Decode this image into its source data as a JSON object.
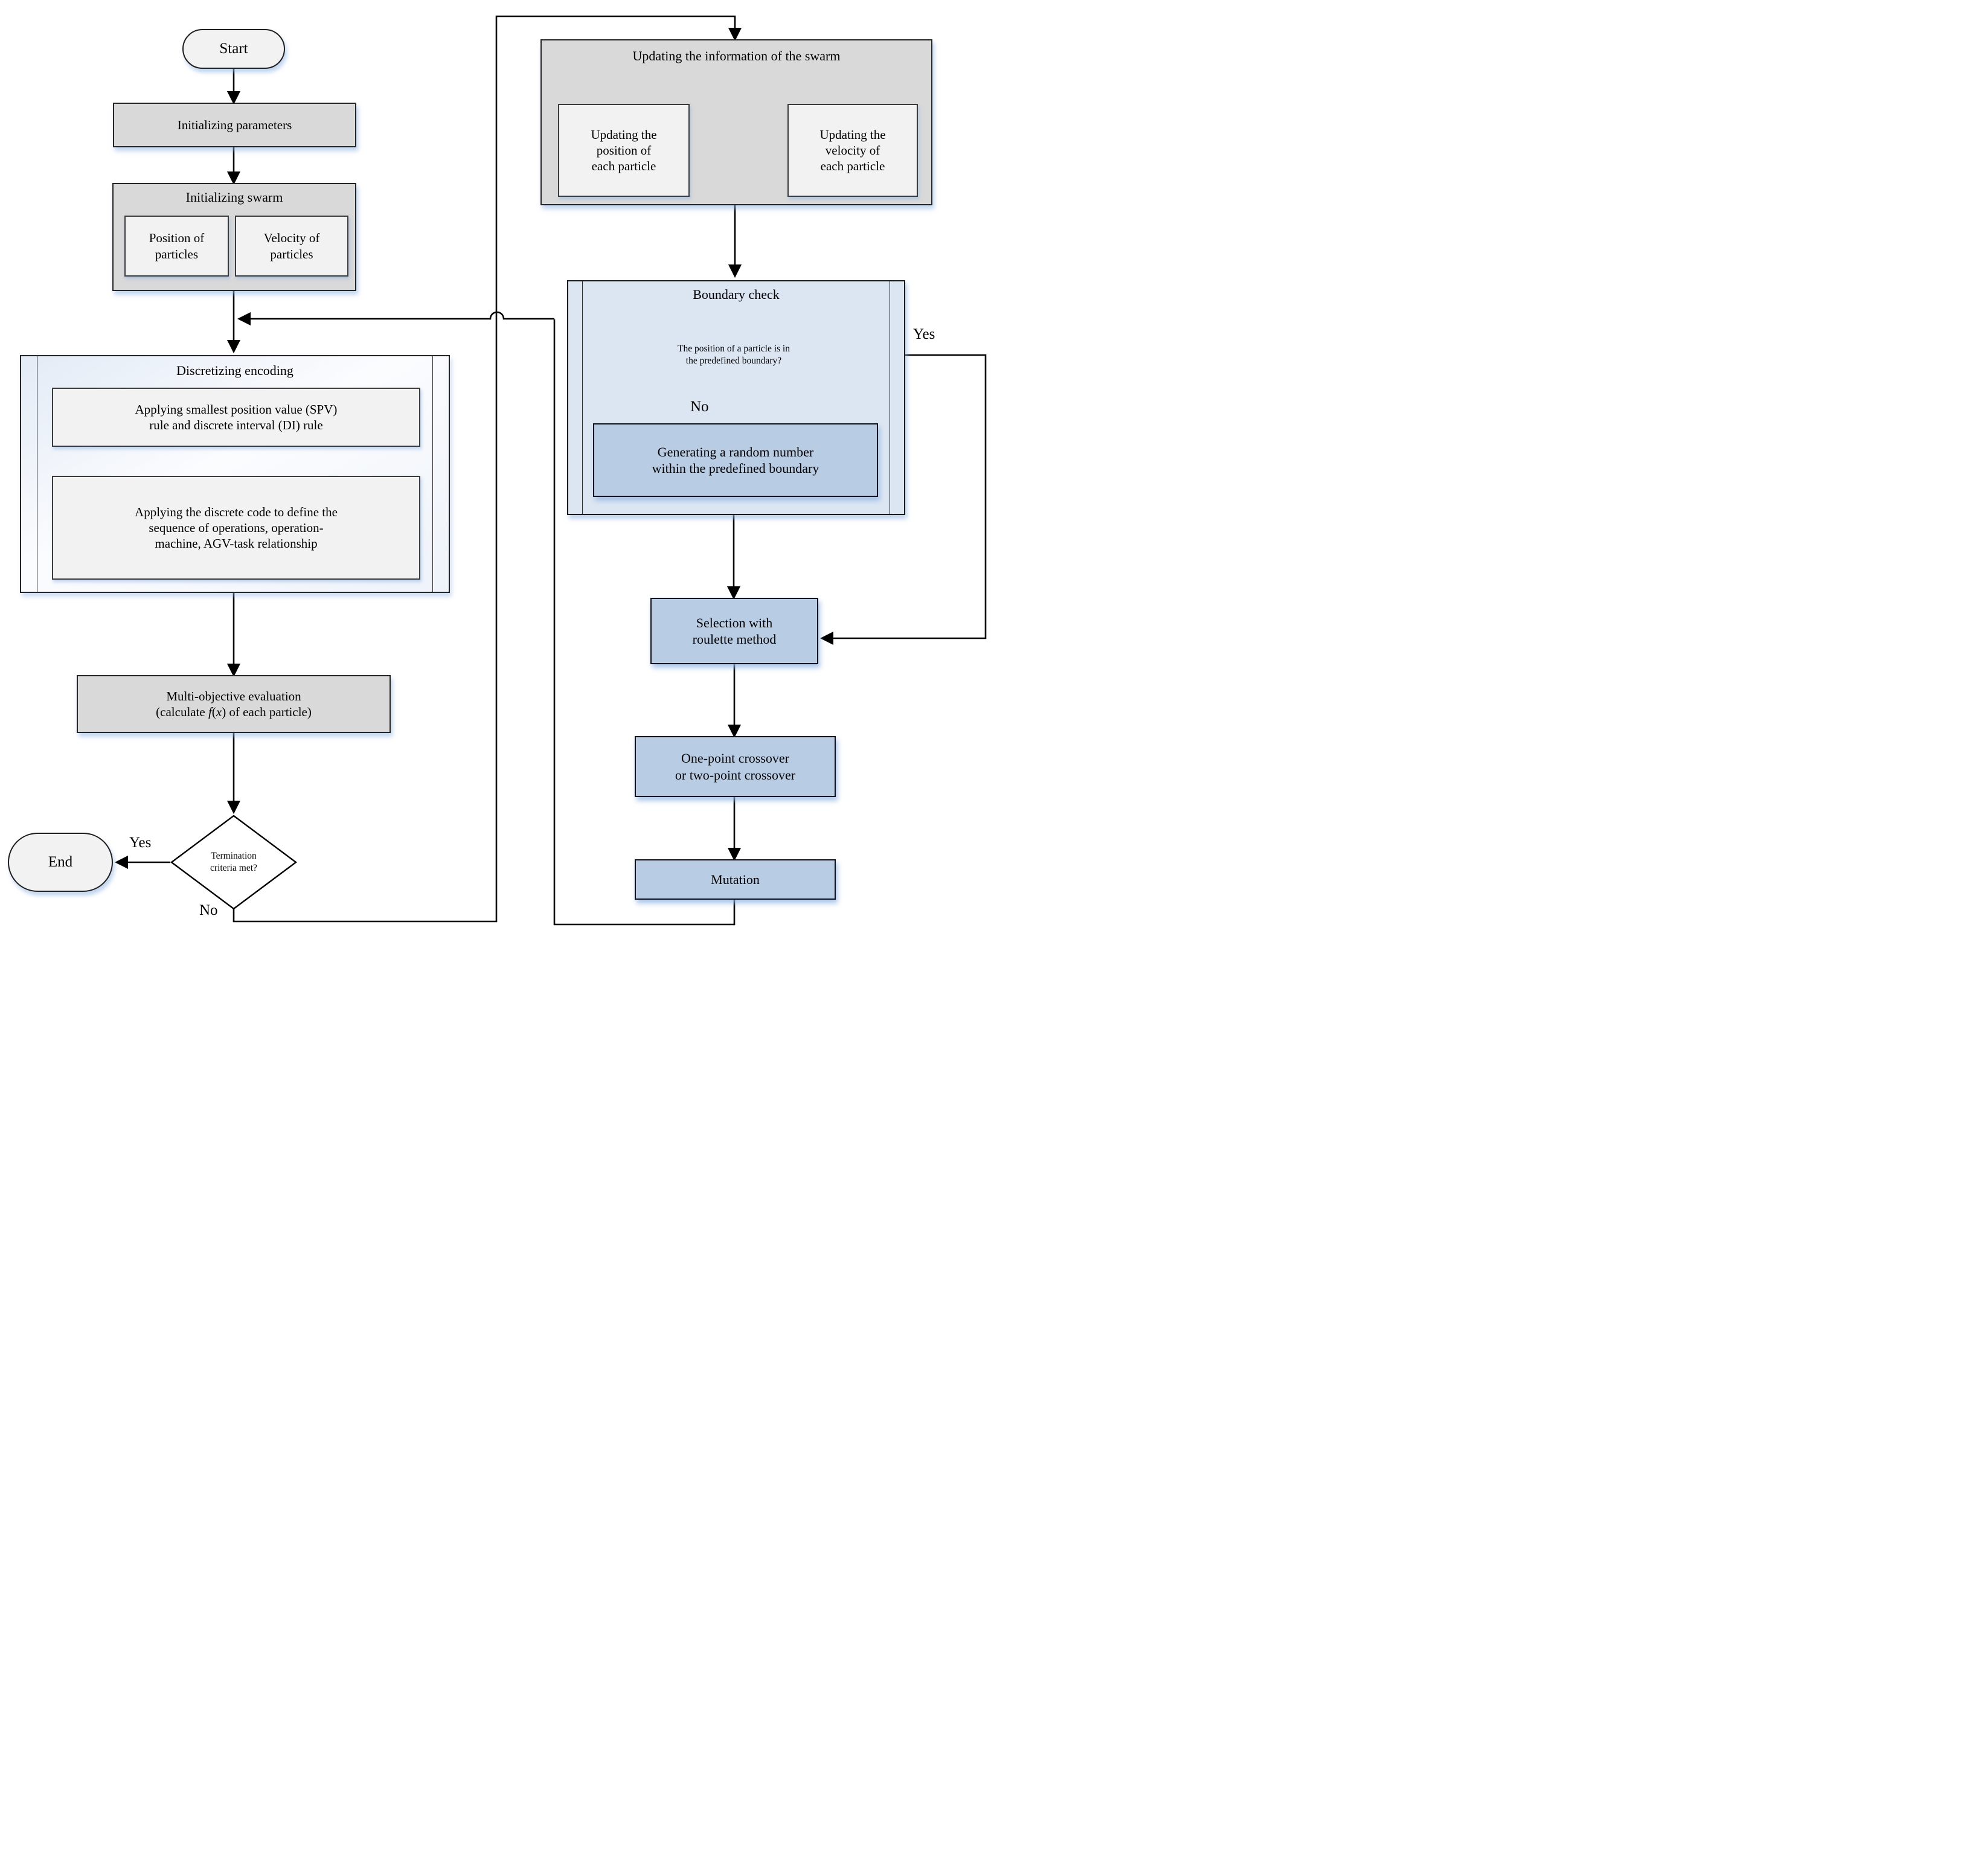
{
  "flowchart": {
    "left": {
      "start": "Start",
      "init_params": "Initializing parameters",
      "init_swarm": {
        "title": "Initializing swarm",
        "position_lines": [
          "Position of",
          "particles"
        ],
        "velocity_lines": [
          "Velocity of",
          "particles"
        ]
      },
      "discretizing": {
        "title": "Discretizing encoding",
        "spv_lines": [
          "Applying smallest position value (SPV)",
          "rule and discrete interval (DI) rule"
        ],
        "code_lines": [
          "Applying the discrete code to define the",
          "sequence of operations, operation-",
          "machine, AGV-task relationship"
        ]
      },
      "multi_objective": {
        "line1": "Multi-objective evaluation",
        "l2_pre": "(calculate ",
        "l2_f": "f",
        "l2_paren": "(",
        "l2_x": "x",
        "l2_post": ") of each particle)"
      },
      "termination": {
        "line1": "Termination",
        "line2": "criteria met?"
      },
      "end": "End"
    },
    "right": {
      "updating": {
        "title": "Updating the information of the swarm",
        "position_lines": [
          "Updating the",
          "position of",
          "each particle"
        ],
        "velocity_lines": [
          "Updating the",
          "velocity of",
          "each particle"
        ]
      },
      "boundary": {
        "title": "Boundary check",
        "question_lines": [
          "The position of a particle is in",
          "the predefined boundary?"
        ],
        "generating_lines": [
          "Generating a random number",
          "within the predefined boundary"
        ]
      },
      "selection_lines": [
        "Selection with",
        "roulette method"
      ],
      "crossover_lines": [
        "One-point crossover",
        "or two-point crossover"
      ],
      "mutation": "Mutation"
    },
    "labels": {
      "yes_end": "Yes",
      "no_loop": "No",
      "yes_boundary": "Yes",
      "no_boundary": "No"
    },
    "colors": {
      "gray_fill": "#d9d9d9",
      "light_fill": "#f2f2f2",
      "panel_blue": "#dce6f2",
      "box_blue": "#b8cce4",
      "line": "#000000"
    }
  }
}
